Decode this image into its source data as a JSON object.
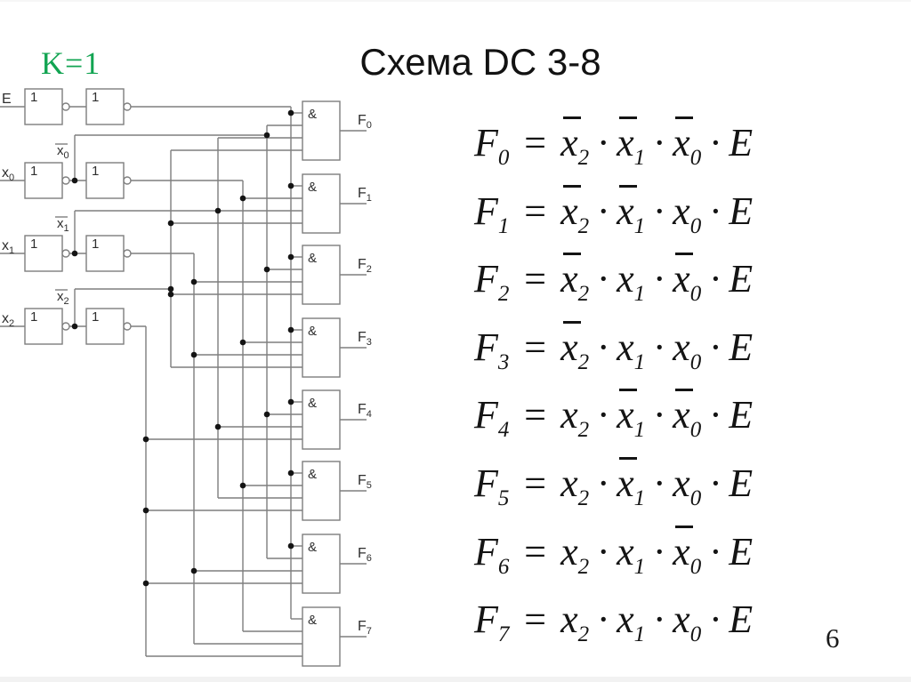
{
  "slide": {
    "k_label": "K=1",
    "title": "Схема DC 3-8",
    "page_number": "6"
  },
  "colors": {
    "k_green": "#12a452",
    "wire": "#7e7e7e",
    "circuit_text": "#2e2e2e",
    "dot": "#141414",
    "title_text": "#121212",
    "equation_text": "#141414"
  },
  "circuit": {
    "not_symbol": "1",
    "and_symbol": "&",
    "inputs": [
      {
        "base": "E",
        "sub": ""
      },
      {
        "base": "x",
        "sub": "0"
      },
      {
        "base": "x",
        "sub": "1"
      },
      {
        "base": "x",
        "sub": "2"
      }
    ],
    "inverted_signals": [
      {
        "base": "x",
        "sub": "0"
      },
      {
        "base": "x",
        "sub": "1"
      },
      {
        "base": "x",
        "sub": "2"
      }
    ],
    "outputs": [
      {
        "base": "F",
        "sub": "0"
      },
      {
        "base": "F",
        "sub": "1"
      },
      {
        "base": "F",
        "sub": "2"
      },
      {
        "base": "F",
        "sub": "3"
      },
      {
        "base": "F",
        "sub": "4"
      },
      {
        "base": "F",
        "sub": "5"
      },
      {
        "base": "F",
        "sub": "6"
      },
      {
        "base": "F",
        "sub": "7"
      }
    ]
  },
  "equations": [
    {
      "lhs": {
        "base": "F",
        "sub": "0"
      },
      "rhs": [
        {
          "base": "x",
          "sub": "2",
          "bar": true
        },
        {
          "base": "x",
          "sub": "1",
          "bar": true
        },
        {
          "base": "x",
          "sub": "0",
          "bar": true
        },
        {
          "base": "E",
          "sub": "",
          "bar": false
        }
      ]
    },
    {
      "lhs": {
        "base": "F",
        "sub": "1"
      },
      "rhs": [
        {
          "base": "x",
          "sub": "2",
          "bar": true
        },
        {
          "base": "x",
          "sub": "1",
          "bar": true
        },
        {
          "base": "x",
          "sub": "0",
          "bar": false
        },
        {
          "base": "E",
          "sub": "",
          "bar": false
        }
      ]
    },
    {
      "lhs": {
        "base": "F",
        "sub": "2"
      },
      "rhs": [
        {
          "base": "x",
          "sub": "2",
          "bar": true
        },
        {
          "base": "x",
          "sub": "1",
          "bar": false
        },
        {
          "base": "x",
          "sub": "0",
          "bar": true
        },
        {
          "base": "E",
          "sub": "",
          "bar": false
        }
      ]
    },
    {
      "lhs": {
        "base": "F",
        "sub": "3"
      },
      "rhs": [
        {
          "base": "x",
          "sub": "2",
          "bar": true
        },
        {
          "base": "x",
          "sub": "1",
          "bar": false
        },
        {
          "base": "x",
          "sub": "0",
          "bar": false
        },
        {
          "base": "E",
          "sub": "",
          "bar": false
        }
      ]
    },
    {
      "lhs": {
        "base": "F",
        "sub": "4"
      },
      "rhs": [
        {
          "base": "x",
          "sub": "2",
          "bar": false
        },
        {
          "base": "x",
          "sub": "1",
          "bar": true
        },
        {
          "base": "x",
          "sub": "0",
          "bar": true
        },
        {
          "base": "E",
          "sub": "",
          "bar": false
        }
      ]
    },
    {
      "lhs": {
        "base": "F",
        "sub": "5"
      },
      "rhs": [
        {
          "base": "x",
          "sub": "2",
          "bar": false
        },
        {
          "base": "x",
          "sub": "1",
          "bar": true
        },
        {
          "base": "x",
          "sub": "0",
          "bar": false
        },
        {
          "base": "E",
          "sub": "",
          "bar": false
        }
      ]
    },
    {
      "lhs": {
        "base": "F",
        "sub": "6"
      },
      "rhs": [
        {
          "base": "x",
          "sub": "2",
          "bar": false
        },
        {
          "base": "x",
          "sub": "1",
          "bar": false
        },
        {
          "base": "x",
          "sub": "0",
          "bar": true
        },
        {
          "base": "E",
          "sub": "",
          "bar": false
        }
      ]
    },
    {
      "lhs": {
        "base": "F",
        "sub": "7"
      },
      "rhs": [
        {
          "base": "x",
          "sub": "2",
          "bar": false
        },
        {
          "base": "x",
          "sub": "1",
          "bar": false
        },
        {
          "base": "x",
          "sub": "0",
          "bar": false
        },
        {
          "base": "E",
          "sub": "",
          "bar": false
        }
      ]
    }
  ]
}
